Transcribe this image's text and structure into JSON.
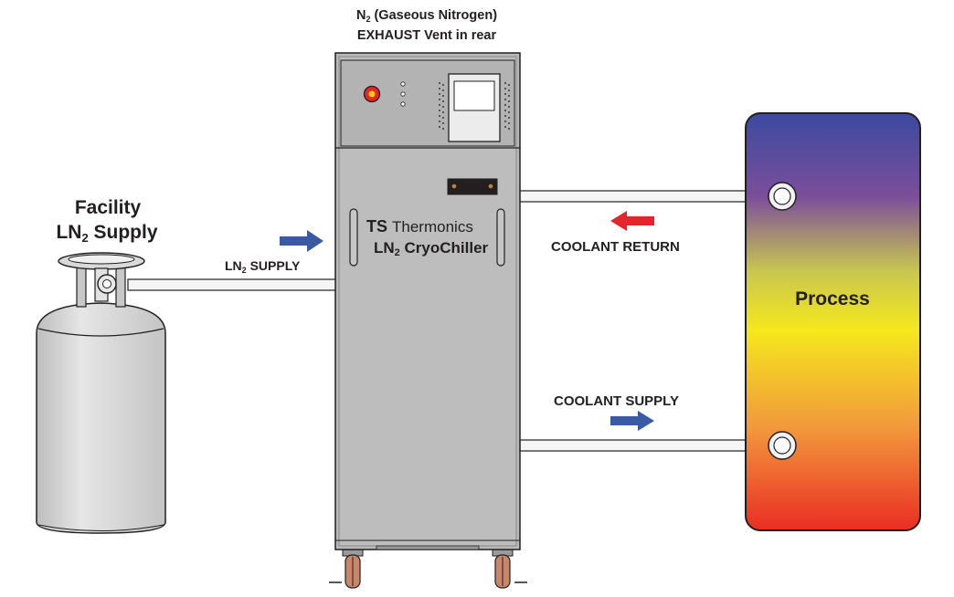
{
  "exhaust": {
    "line1_main": "N",
    "line1_sub": "2",
    "line1_rest": " (Gaseous Nitrogen)",
    "line2": "EXHAUST Vent in rear"
  },
  "facility": {
    "line1": "Facility",
    "line2_main": "LN",
    "line2_sub": "2",
    "line2_rest": " Supply"
  },
  "ln2_supply": {
    "main": "LN",
    "sub": "2",
    "rest": " SUPPLY"
  },
  "brand": {
    "logo": "TS",
    "name": "Thermonics",
    "product_main": "LN",
    "product_sub": "2",
    "product_rest": " CryoChiller"
  },
  "coolant_return": "COOLANT RETURN",
  "coolant_supply": "COOLANT SUPPLY",
  "process": "Process",
  "colors": {
    "arrow_blue": "#3b5aa6",
    "arrow_red": "#e4262c",
    "cabinet": "#b9b9b9",
    "process_top": "#3b4aa0",
    "process_mid": "#f5e81c",
    "process_bottom": "#ea2d24",
    "e_stop": "#e4262c",
    "wheel": "#c9866a"
  }
}
